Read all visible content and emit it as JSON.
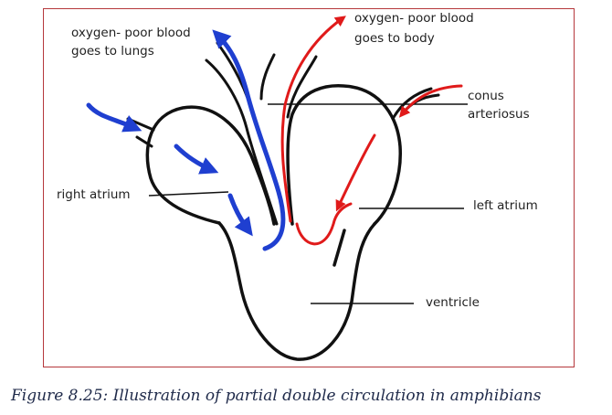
{
  "labels": {
    "lungs_line1": "oxygen- poor blood",
    "lungs_line2": "goes to lungs",
    "body_line1": "oxygen- poor blood",
    "body_line2": "goes to body",
    "conus_line1": "conus",
    "conus_line2": "arteriosus",
    "right_atrium": "right atrium",
    "left_atrium": "left atrium",
    "ventricle": "ventricle"
  },
  "caption": "Figure 8.25: Illustration of partial double circulation in amphibians",
  "colors": {
    "outline": "#111111",
    "oxygen_poor": "#1f3fd0",
    "oxygen_rich": "#e01a1a",
    "frame": "#b5383c",
    "caption": "#1f2a4a"
  }
}
